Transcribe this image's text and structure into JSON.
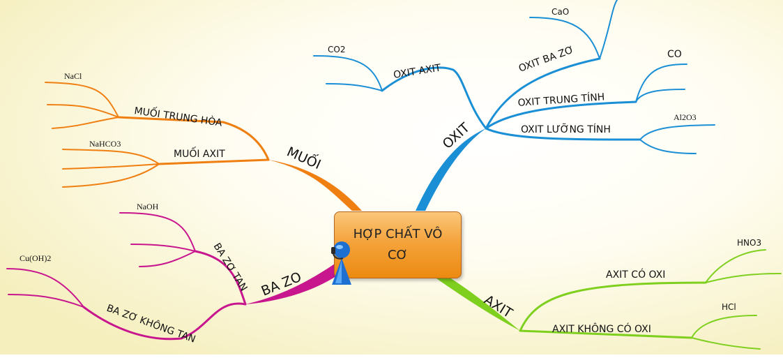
{
  "colors": {
    "salt": "#f07f12",
    "oxide": "#1a8fd6",
    "base": "#c8168e",
    "acid": "#7fcf1f",
    "center_fill": "#ec8a10"
  },
  "center": {
    "title": "HỢP CHẤT VÔ CƠ",
    "icon": "person-headset-icon"
  },
  "branches": {
    "salt": {
      "label": "MUỐI",
      "neutral": {
        "label": "MUỐI TRUNG HÒA",
        "example": "NaCl"
      },
      "acidic": {
        "label": "MUỐI AXIT",
        "example": "NaHCO3"
      }
    },
    "oxide": {
      "label": "OXIT",
      "acidic": {
        "label": "OXIT AXIT",
        "example": "CO2"
      },
      "basic": {
        "label": "OXIT BA ZƠ",
        "example": "CaO"
      },
      "neutral": {
        "label": "OXIT TRUNG TÍNH",
        "example": "CO"
      },
      "amphoteric": {
        "label": "OXIT LƯỠNG TÍNH",
        "example": "Al2O3"
      }
    },
    "base": {
      "label": "BA ZO",
      "soluble": {
        "label": "BA ZƠ TAN",
        "example": "NaOH"
      },
      "insoluble": {
        "label": "BA ZƠ KHÔNG TAN",
        "example": "Cu(OH)2"
      }
    },
    "acid": {
      "label": "AXIT",
      "oxy": {
        "label": "AXIT CÓ OXI",
        "example": "HNO3"
      },
      "no_oxy": {
        "label": "AXIT KHÔNG CÓ OXI",
        "example": "HCl"
      }
    }
  }
}
